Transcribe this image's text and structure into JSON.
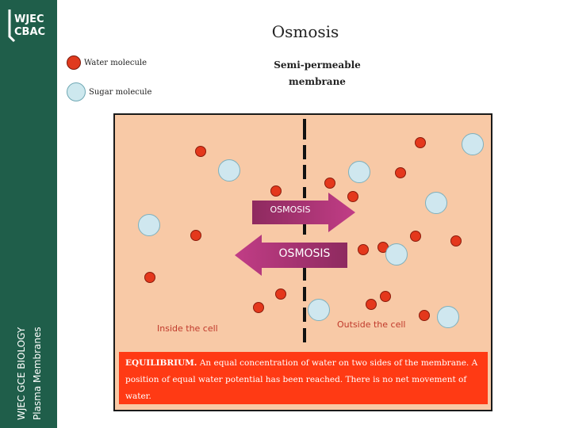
{
  "branding": {
    "logo_line1": "WJEC",
    "logo_line2": "CBAC",
    "side_line1": "WJEC GCE BIOLOGY",
    "side_line2": "Plasma Membranes",
    "sidebar_color": "#1f5e4a"
  },
  "title": "Osmosis",
  "legend": {
    "water": "Water molecule",
    "sugar": "Sugar molecule"
  },
  "membrane_label": "Semi-permeable membrane",
  "arrows": {
    "right_label": "OSMOSIS",
    "left_label": "OSMOSIS",
    "color": "#a0306f"
  },
  "regions": {
    "inside": "Inside the cell",
    "outside": "Outside the cell"
  },
  "equilibrium": {
    "heading": "EQUILIBRIUM.",
    "text": "An equal concentration of water on two sides of the membrane. A position of equal water potential has been reached. There is no net movement of water."
  },
  "colors": {
    "background": "#f8c9a6",
    "water_molecule": "#e4381c",
    "sugar_molecule": "#cfe7ef",
    "equilibrium_box": "#ff3a14"
  }
}
